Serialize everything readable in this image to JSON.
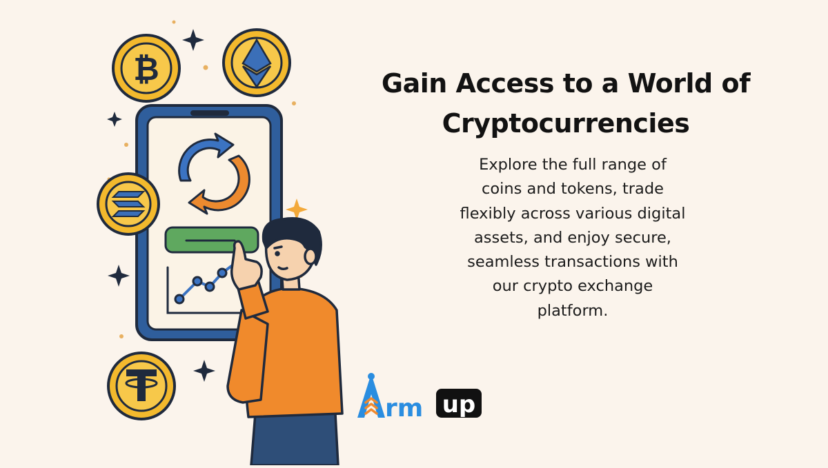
{
  "headline": {
    "line1": "Gain Access to a World of",
    "line2": "Cryptocurrencies"
  },
  "body": {
    "lines": [
      "Explore the full range of",
      "coins and tokens, trade",
      "flexibly across various digital",
      "assets, and enjoy secure,",
      "seamless transactions with",
      "our crypto exchange",
      "platform."
    ]
  },
  "logo": {
    "part1": "rm",
    "part2": "up"
  },
  "icons": [
    "bitcoin-icon",
    "ethereum-icon",
    "solana-icon",
    "tether-icon",
    "sparkle-icon",
    "swap-arrows-icon",
    "line-chart-icon"
  ],
  "colors": {
    "background": "#fbf4ec",
    "coin_gold": "#f3b92d",
    "coin_outline": "#1f2a3d",
    "phone_frame": "#2f5e9c",
    "arrow_blue": "#3b73c2",
    "arrow_orange": "#ec8a2f",
    "button_green": "#5fa85f",
    "shirt_orange": "#f08a2c",
    "logo_blue": "#2a8de0",
    "logo_orange": "#f28a2e"
  }
}
